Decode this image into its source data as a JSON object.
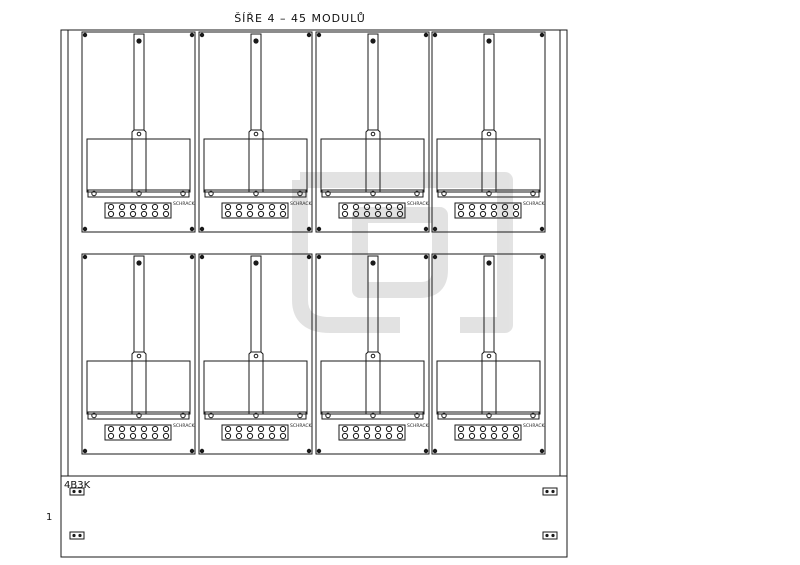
{
  "title": "ŠÍŘE 4 – 45 MODULŮ",
  "brand_label": "SCHRACK",
  "bottom_panel": {
    "code": "4B3K",
    "index": "1"
  },
  "grid": {
    "rows": 2,
    "columns": 4,
    "terminal_holes_per_module": 12
  },
  "colors": {
    "line": "#1a1a1a",
    "watermark": "#d9d9d9"
  }
}
